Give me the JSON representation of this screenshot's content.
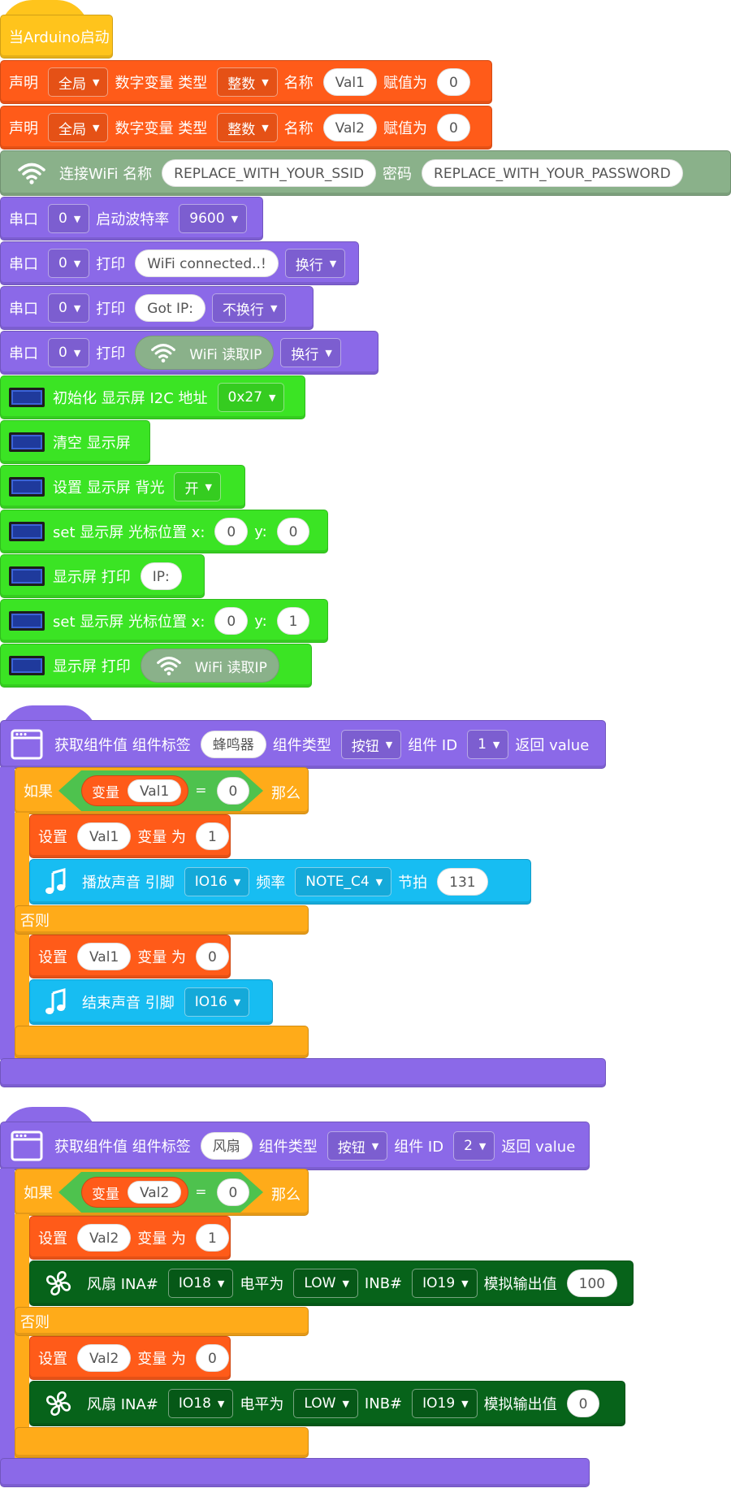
{
  "start_block": {
    "label": "当Arduino启动"
  },
  "decl": [
    {
      "kw": "声明",
      "scope": "全局",
      "type_lbl": "数字变量 类型",
      "type": "整数",
      "name_lbl": "名称",
      "name": "Val1",
      "assign_lbl": "赋值为",
      "value": "0"
    },
    {
      "kw": "声明",
      "scope": "全局",
      "type_lbl": "数字变量 类型",
      "type": "整数",
      "name_lbl": "名称",
      "name": "Val2",
      "assign_lbl": "赋值为",
      "value": "0"
    }
  ],
  "wifi_connect": {
    "label": "连接WiFi 名称",
    "ssid": "REPLACE_WITH_YOUR_SSID",
    "pwd_lbl": "密码",
    "password": "REPLACE_WITH_YOUR_PASSWORD"
  },
  "serial": [
    {
      "kw": "串口",
      "port": "0",
      "action": "启动波特率",
      "arg": "9600"
    },
    {
      "kw": "串口",
      "port": "0",
      "action": "打印",
      "text": "WiFi connected..!",
      "mode": "换行"
    },
    {
      "kw": "串口",
      "port": "0",
      "action": "打印",
      "text": "Got IP:",
      "mode": "不换行"
    },
    {
      "kw": "串口",
      "port": "0",
      "action": "打印",
      "reporter": "WiFi 读取IP",
      "mode": "换行"
    }
  ],
  "lcd": [
    {
      "label": "初始化 显示屏 I2C 地址",
      "arg": "0x27"
    },
    {
      "label": "清空 显示屏"
    },
    {
      "label": "设置 显示屏 背光",
      "arg": "开"
    },
    {
      "label": "set 显示屏 光标位置 x:",
      "x": "0",
      "y_lbl": "y:",
      "y": "0"
    },
    {
      "label": "显示屏 打印",
      "text": "IP:"
    },
    {
      "label": "set 显示屏 光标位置 x:",
      "x": "0",
      "y_lbl": "y:",
      "y": "1"
    },
    {
      "label": "显示屏 打印",
      "reporter": "WiFi 读取IP"
    }
  ],
  "events": [
    {
      "label": "获取组件值 组件标签",
      "tag": "蜂鸣器",
      "type_lbl": "组件类型",
      "type": "按钮",
      "id_lbl": "组件 ID",
      "id": "1",
      "ret": "返回 value",
      "if_lbl": "如果",
      "var_lbl": "变量",
      "var": "Val1",
      "eq": "=",
      "cmp": "0",
      "then_lbl": "那么",
      "else_lbl": "否则",
      "then_set": {
        "kw": "设置",
        "var": "Val1",
        "to": "变量 为",
        "val": "1"
      },
      "then_action": {
        "label": "播放声音 引脚",
        "pin": "IO16",
        "freq_lbl": "频率",
        "freq": "NOTE_C4",
        "beat_lbl": "节拍",
        "beat": "131"
      },
      "else_set": {
        "kw": "设置",
        "var": "Val1",
        "to": "变量 为",
        "val": "0"
      },
      "else_action": {
        "label": "结束声音 引脚",
        "pin": "IO16"
      }
    },
    {
      "label": "获取组件值 组件标签",
      "tag": "风扇",
      "type_lbl": "组件类型",
      "type": "按钮",
      "id_lbl": "组件 ID",
      "id": "2",
      "ret": "返回 value",
      "if_lbl": "如果",
      "var_lbl": "变量",
      "var": "Val2",
      "eq": "=",
      "cmp": "0",
      "then_lbl": "那么",
      "else_lbl": "否则",
      "then_set": {
        "kw": "设置",
        "var": "Val2",
        "to": "变量 为",
        "val": "1"
      },
      "then_fan": {
        "label": "风扇 INA#",
        "ina": "IO18",
        "lvl_lbl": "电平为",
        "lvl": "LOW",
        "inb_lbl": "INB#",
        "inb": "IO19",
        "out_lbl": "模拟输出值",
        "out": "100"
      },
      "else_set": {
        "kw": "设置",
        "var": "Val2",
        "to": "变量 为",
        "val": "0"
      },
      "else_fan": {
        "label": "风扇 INA#",
        "ina": "IO18",
        "lvl_lbl": "电平为",
        "lvl": "LOW",
        "inb_lbl": "INB#",
        "inb": "IO19",
        "out_lbl": "模拟输出值",
        "out": "0"
      }
    }
  ],
  "colors": {
    "variable": "#ff5b19",
    "serial": "#8b69e8",
    "wifi": "#8ab18a",
    "lcd": "#3be424",
    "control": "#ffab19",
    "sound": "#17bdf2",
    "fan": "#07631a",
    "event": "#ffc41c"
  }
}
